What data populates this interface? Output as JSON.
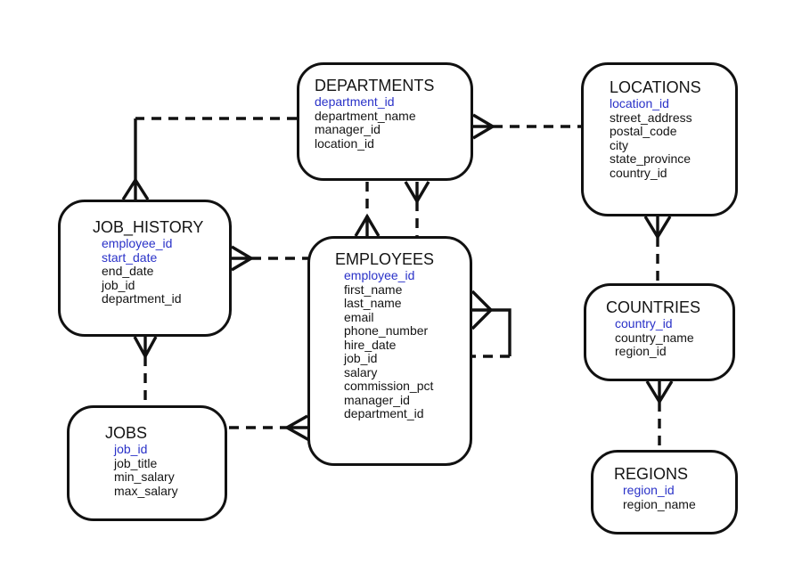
{
  "colors": {
    "line": "#111111",
    "primary_key": "#2a32c8",
    "text": "#141414",
    "background": "#ffffff"
  },
  "entities": {
    "departments": {
      "name": "DEPARTMENTS",
      "fields": [
        {
          "label": "department_id",
          "pk": true
        },
        {
          "label": "department_name"
        },
        {
          "label": "manager_id"
        },
        {
          "label": "location_id"
        }
      ]
    },
    "locations": {
      "name": "LOCATIONS",
      "fields": [
        {
          "label": "location_id",
          "pk": true
        },
        {
          "label": "street_address"
        },
        {
          "label": "postal_code"
        },
        {
          "label": "city"
        },
        {
          "label": "state_province"
        },
        {
          "label": "country_id"
        }
      ]
    },
    "job_history": {
      "name": "JOB_HISTORY",
      "fields": [
        {
          "label": "employee_id",
          "pk": true
        },
        {
          "label": "start_date",
          "pk": true
        },
        {
          "label": "end_date"
        },
        {
          "label": "job_id"
        },
        {
          "label": "department_id"
        }
      ]
    },
    "employees": {
      "name": "EMPLOYEES",
      "fields": [
        {
          "label": "employee_id",
          "pk": true
        },
        {
          "label": "first_name"
        },
        {
          "label": "last_name"
        },
        {
          "label": "email"
        },
        {
          "label": "phone_number"
        },
        {
          "label": "hire_date"
        },
        {
          "label": "job_id"
        },
        {
          "label": "salary"
        },
        {
          "label": "commission_pct"
        },
        {
          "label": "manager_id"
        },
        {
          "label": "department_id"
        }
      ]
    },
    "countries": {
      "name": "COUNTRIES",
      "fields": [
        {
          "label": "country_id",
          "pk": true
        },
        {
          "label": "country_name"
        },
        {
          "label": "region_id"
        }
      ]
    },
    "jobs": {
      "name": "JOBS",
      "fields": [
        {
          "label": "job_id",
          "pk": true
        },
        {
          "label": "job_title"
        },
        {
          "label": "min_salary"
        },
        {
          "label": "max_salary"
        }
      ]
    },
    "regions": {
      "name": "REGIONS",
      "fields": [
        {
          "label": "region_id",
          "pk": true
        },
        {
          "label": "region_name"
        }
      ]
    }
  },
  "relationships": [
    {
      "from": "LOCATIONS",
      "to": "DEPARTMENTS",
      "many_side": "DEPARTMENTS",
      "line": "dashed"
    },
    {
      "from": "DEPARTMENTS",
      "to": "JOB_HISTORY",
      "many_side": "JOB_HISTORY",
      "line": "dashed"
    },
    {
      "from": "DEPARTMENTS",
      "to": "EMPLOYEES",
      "many_side": "EMPLOYEES",
      "line": "dashed"
    },
    {
      "from": "EMPLOYEES",
      "to": "DEPARTMENTS",
      "many_side": "DEPARTMENTS",
      "line": "dashed"
    },
    {
      "from": "EMPLOYEES",
      "to": "JOB_HISTORY",
      "many_side": "JOB_HISTORY",
      "line": "dashed"
    },
    {
      "from": "JOBS",
      "to": "JOB_HISTORY",
      "many_side": "JOB_HISTORY",
      "line": "dashed"
    },
    {
      "from": "JOBS",
      "to": "EMPLOYEES",
      "many_side": "EMPLOYEES",
      "line": "dashed"
    },
    {
      "from": "EMPLOYEES",
      "to": "EMPLOYEES",
      "many_side": "EMPLOYEES",
      "line": "dashed"
    },
    {
      "from": "COUNTRIES",
      "to": "LOCATIONS",
      "many_side": "LOCATIONS",
      "line": "dashed"
    },
    {
      "from": "REGIONS",
      "to": "COUNTRIES",
      "many_side": "COUNTRIES",
      "line": "dashed"
    }
  ]
}
